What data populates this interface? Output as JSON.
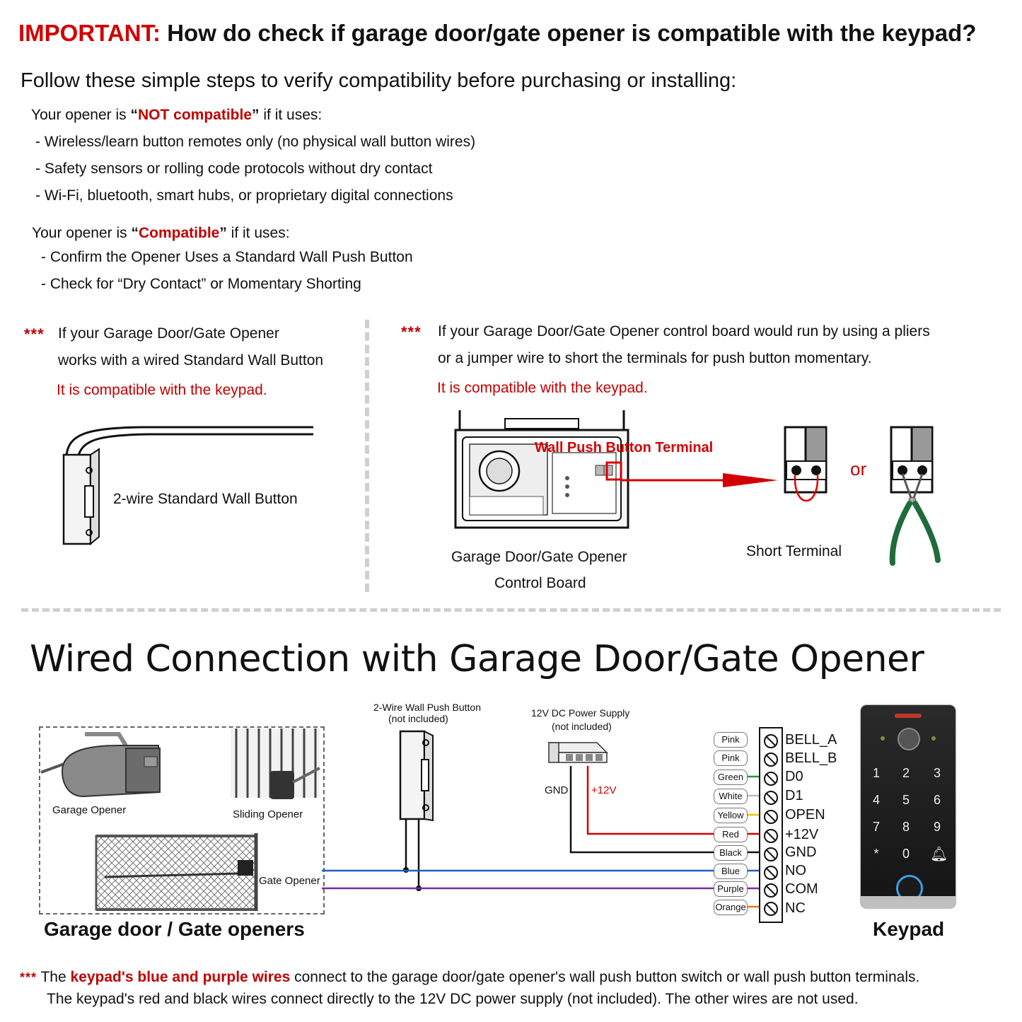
{
  "headline": {
    "important": "IMPORTANT:",
    "question": "How do check if garage door/gate opener is compatible with the keypad?"
  },
  "intro": "Follow these simple steps to verify compatibility before purchasing or installing:",
  "not_compatible": {
    "prefix": "Your opener is ",
    "open_quote": "“",
    "keyword": "NOT compatible",
    "close_quote": "”",
    "suffix": " if it uses:",
    "items": [
      "- Wireless/learn button remotes only (no physical wall button wires)",
      "- Safety sensors or rolling code protocols without dry contact",
      "- Wi-Fi, bluetooth, smart hubs, or proprietary digital connections"
    ]
  },
  "compatible": {
    "prefix": "Your opener is ",
    "open_quote": "“",
    "keyword": "Compatible",
    "close_quote": "”",
    "suffix": " if it uses:",
    "items": [
      "- Confirm the Opener Uses a Standard Wall Push Button",
      "- Check for “Dry Contact” or Momentary Shorting"
    ]
  },
  "left_panel": {
    "stars": "***",
    "line1": "If your Garage Door/Gate Opener",
    "line2": "works with a wired Standard Wall Button",
    "result": "It is compatible with the keypad.",
    "button_label": "2-wire Standard Wall Button"
  },
  "right_panel": {
    "stars": "***",
    "line1": "If your Garage Door/Gate Opener control board would run by using a pliers",
    "line2": "or a jumper wire to short the terminals for push button momentary.",
    "result": "It is compatible with the keypad.",
    "terminal_label": "Wall Push Button Terminal",
    "or": "or",
    "board_label_1": "Garage Door/Gate Opener",
    "board_label_2": "Control Board",
    "short_label": "Short Terminal"
  },
  "wiring": {
    "title": "Wired Connection with Garage Door/Gate Opener",
    "push_button_label": "2-Wire Wall Push Button",
    "push_button_note": "(not included)",
    "psu_label": "12V DC Power Supply",
    "psu_note": "(not included)",
    "gnd": "GND",
    "plus12": "+12V",
    "openers": {
      "garage": "Garage Opener",
      "sliding": "Sliding Opener",
      "gate": "Gate Opener",
      "caption": "Garage door / Gate openers"
    },
    "wires": [
      "Pink",
      "Pink",
      "Green",
      "White",
      "Yellow",
      "Red",
      "Black",
      "Blue",
      "Purple",
      "Orange"
    ],
    "terminals": [
      "BELL_A",
      "BELL_B",
      "D0",
      "D1",
      "OPEN",
      "+12V",
      "GND",
      "NO",
      "COM",
      "NC"
    ],
    "keypad_caption": "Keypad",
    "keys": [
      "1",
      "2",
      "3",
      "4",
      "5",
      "6",
      "7",
      "8",
      "9",
      "*",
      "0",
      "bell"
    ]
  },
  "footer": {
    "stars": "***",
    "pre": "The ",
    "highlight": "keypad's blue and purple wires",
    "post": " connect to the garage door/gate opener's wall push button switch or wall push button terminals.",
    "line2": "The keypad's red and black wires connect directly to the 12V DC power supply (not included). The other wires are not used."
  },
  "colors": {
    "accent_red": "#c00000",
    "blue_wire": "#1f5fbf",
    "purple_wire": "#7a2aa8",
    "red_wire": "#d40000"
  }
}
